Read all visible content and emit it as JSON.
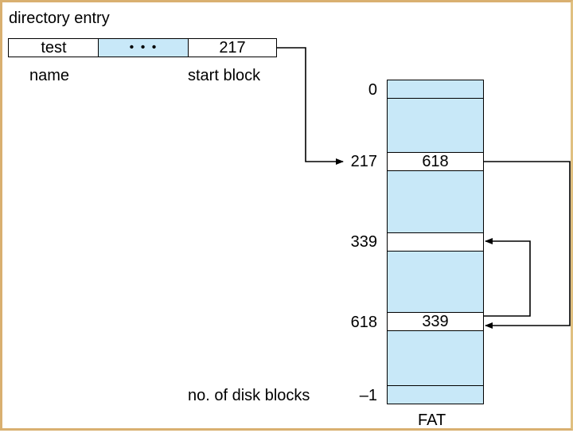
{
  "colors": {
    "fill": "#c8e8f8",
    "white": "#ffffff",
    "line": "#000000",
    "frame": "#d9b070"
  },
  "directory_entry": {
    "title": "directory entry",
    "name_value": "test",
    "ellipsis": "• • •",
    "start_value": "217",
    "name_label": "name",
    "start_label": "start block"
  },
  "fat": {
    "caption": "FAT",
    "index_labels": {
      "first": "0",
      "b217": "217",
      "b339": "339",
      "b618": "618",
      "last": "–1"
    },
    "entries": {
      "b217": "618",
      "b339": "",
      "b618": "339"
    },
    "disk_blocks_label": "no. of disk blocks"
  }
}
